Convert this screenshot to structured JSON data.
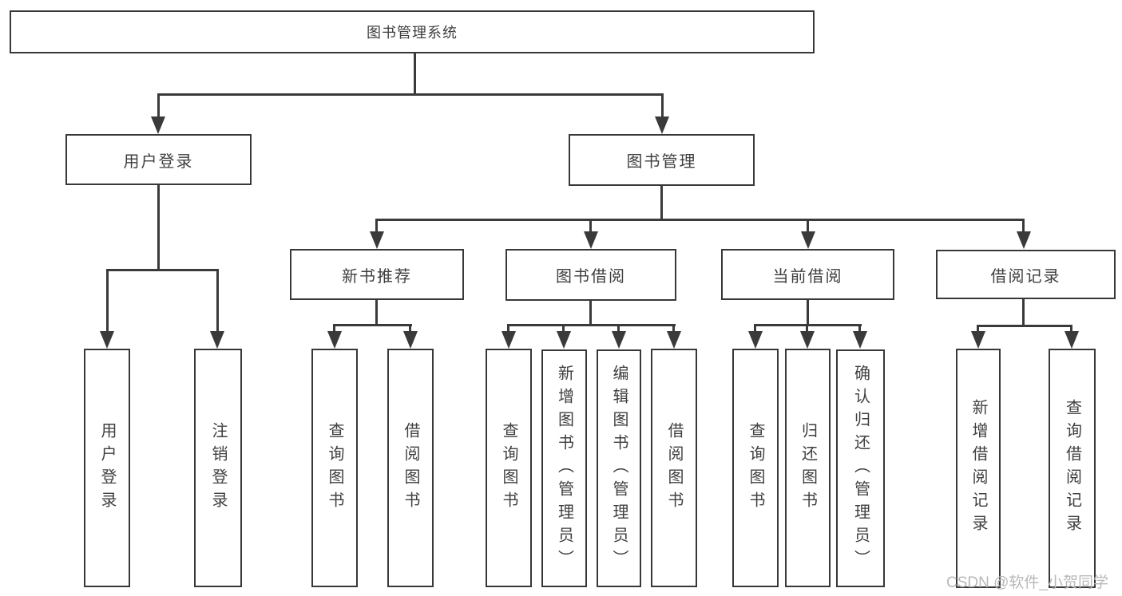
{
  "tree": {
    "label": "图书管理系统",
    "children": [
      {
        "label": "用户登录",
        "children": [
          {
            "label": "用户登录"
          },
          {
            "label": "注销登录"
          }
        ]
      },
      {
        "label": "图书管理",
        "children": [
          {
            "label": "新书推荐",
            "children": [
              {
                "label": "查询图书"
              },
              {
                "label": "借阅图书"
              }
            ]
          },
          {
            "label": "图书借阅",
            "children": [
              {
                "label": "查询图书"
              },
              {
                "label": "新增图书（管理员）"
              },
              {
                "label": "编辑图书（管理员）"
              },
              {
                "label": "借阅图书"
              }
            ]
          },
          {
            "label": "当前借阅",
            "children": [
              {
                "label": "查询图书"
              },
              {
                "label": "归还图书"
              },
              {
                "label": "确认归还（管理员）"
              }
            ]
          },
          {
            "label": "借阅记录",
            "children": [
              {
                "label": "新增借阅记录"
              },
              {
                "label": "查询借阅记录"
              }
            ]
          }
        ]
      }
    ]
  },
  "watermark": {
    "text": "CSDN @软件_小贺同学"
  },
  "colors": {
    "line": "#3a3a3a",
    "box_border": "#383838",
    "text": "#3f3f3f",
    "watermark": "#b8b8b8",
    "background": "#ffffff"
  }
}
